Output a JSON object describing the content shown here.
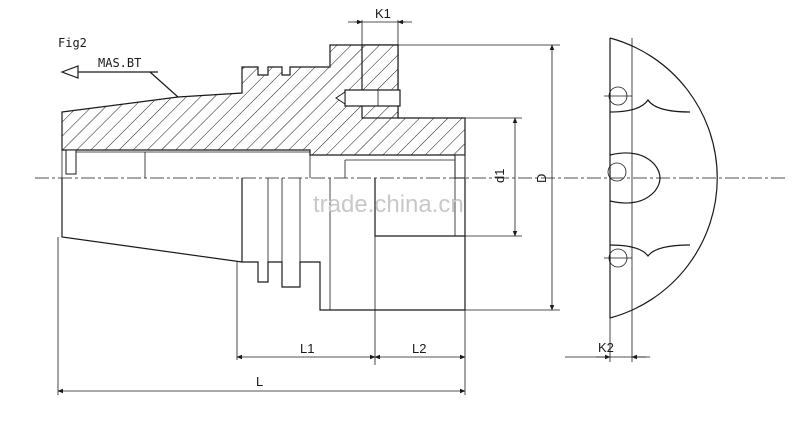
{
  "figure_label": "Fig2",
  "taper_callout": "MAS.BT",
  "watermark": "trade.china.cn",
  "dimensions": {
    "k1": "K1",
    "k2": "K2",
    "l1": "L1",
    "l2": "L2",
    "l": "L",
    "d1": "d1",
    "d": "D"
  }
}
